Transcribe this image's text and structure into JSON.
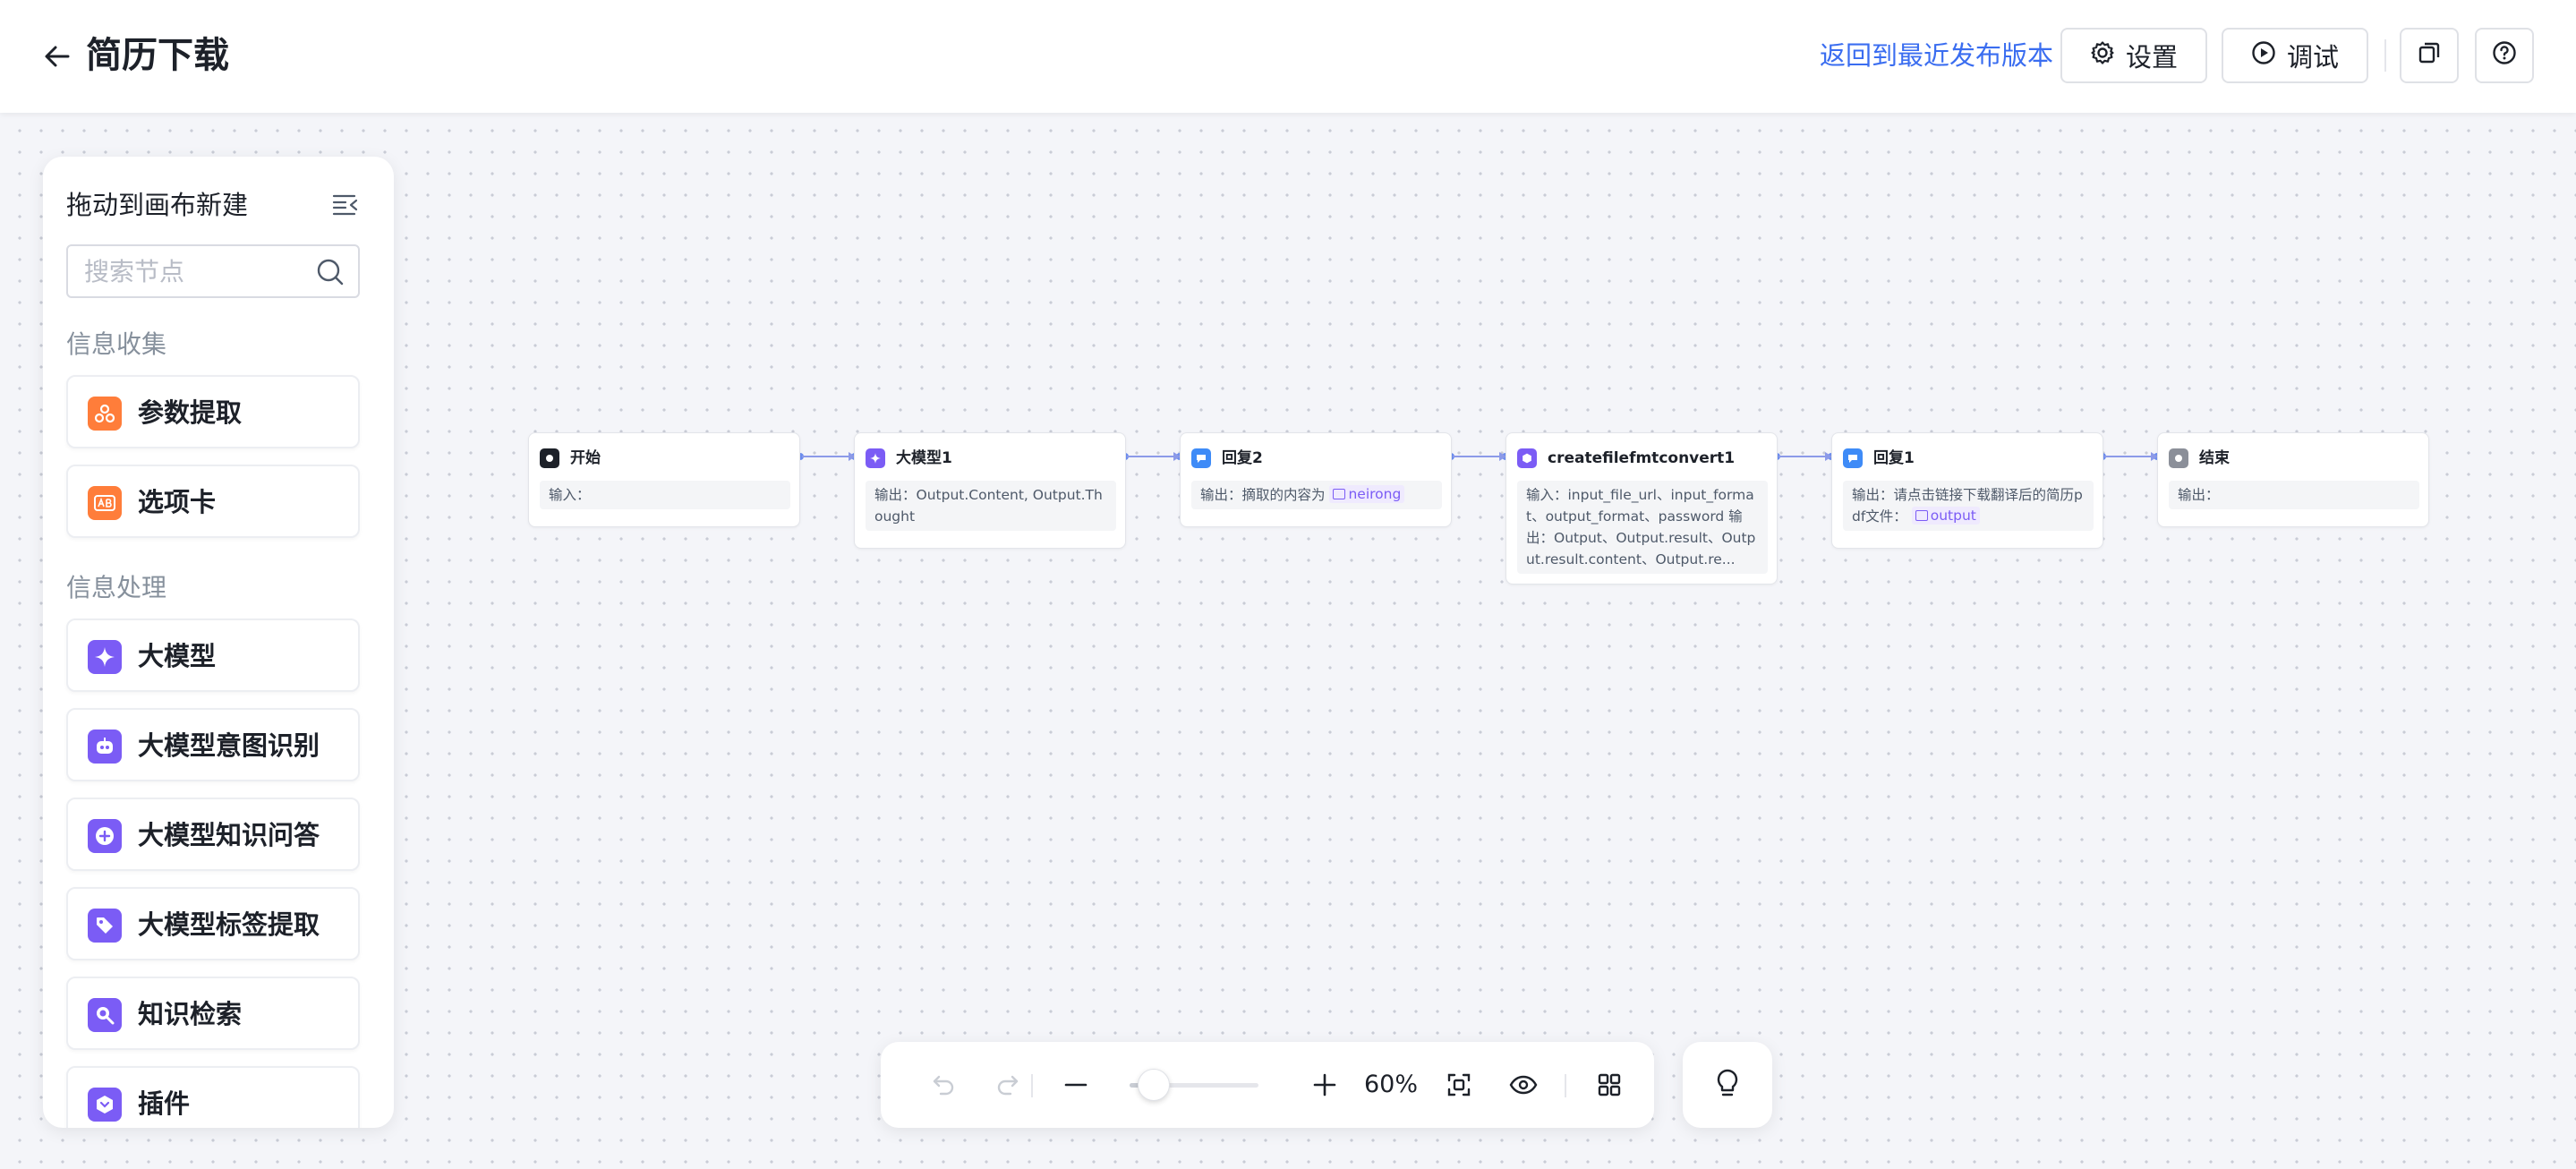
{
  "header": {
    "title": "简历下载",
    "return_link": "返回到最近发布版本",
    "settings_label": "设置",
    "debug_label": "调试"
  },
  "sidebar": {
    "title": "拖动到画布新建",
    "search_placeholder": "搜索节点",
    "sections": [
      {
        "title": "信息收集",
        "items": [
          {
            "label": "参数提取",
            "icon": "param-extract-icon",
            "color": "#ff7d3a"
          },
          {
            "label": "选项卡",
            "icon": "option-card-icon",
            "color": "#ff7d3a"
          }
        ]
      },
      {
        "title": "信息处理",
        "items": [
          {
            "label": "大模型",
            "icon": "sparkle-icon",
            "color": "#7b5cf5"
          },
          {
            "label": "大模型意图识别",
            "icon": "robot-icon",
            "color": "#7b5cf5"
          },
          {
            "label": "大模型知识问答",
            "icon": "knowledge-qa-icon",
            "color": "#7b5cf5"
          },
          {
            "label": "大模型标签提取",
            "icon": "tag-icon",
            "color": "#7b5cf5"
          },
          {
            "label": "知识检索",
            "icon": "search-doc-icon",
            "color": "#7b5cf5"
          },
          {
            "label": "插件",
            "icon": "plugin-icon",
            "color": "#7b5cf5"
          }
        ]
      }
    ]
  },
  "nodes": [
    {
      "title": "开始",
      "body": "输入：",
      "icon": "start-icon",
      "color": "#1d2129"
    },
    {
      "title": "大模型1",
      "body": "输出：Output.Content, Output.Thought",
      "icon": "sparkle-icon",
      "color": "#7b5cf5"
    },
    {
      "title": "回复2",
      "body": "输出：摘取的内容为",
      "tag": "neirong",
      "icon": "reply-icon",
      "color": "#3e8bf7"
    },
    {
      "title": "createfilefmtconvert1",
      "body": "输入：input_file_url、input_format、output_format、password 输出：Output、Output.result、Output.result.content、Output.re...",
      "icon": "plugin-icon",
      "color": "#7b5cf5"
    },
    {
      "title": "回复1",
      "body": "输出：请点击链接下载翻译后的简历pdf文件：",
      "tag": "output",
      "icon": "reply-icon",
      "color": "#3e8bf7"
    },
    {
      "title": "结束",
      "body": "输出：",
      "icon": "end-icon",
      "color": "#8b8f99"
    }
  ],
  "toolbar": {
    "zoom_label": "60%",
    "zoom_value": 0.6
  }
}
